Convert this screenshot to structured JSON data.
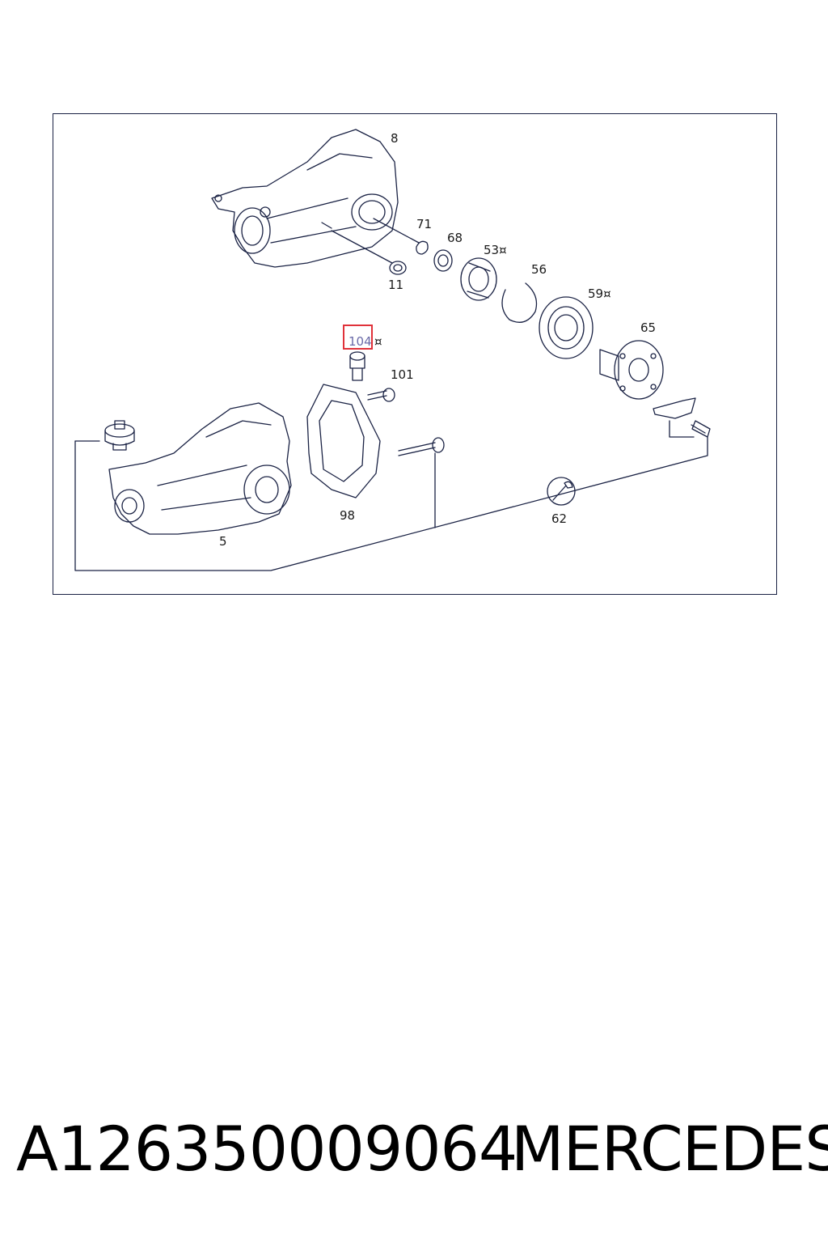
{
  "diagram": {
    "labels": {
      "l8": "8",
      "l71": "71",
      "l68": "68",
      "l53": "53¤",
      "l56": "56",
      "l11": "11",
      "l59": "59¤",
      "l65": "65",
      "l104": "104",
      "l104_mark": "¤",
      "l101": "101",
      "l98": "98",
      "l5": "5",
      "l62": "62"
    },
    "highlight_color": "#e0323a",
    "line_color": "#1a2244"
  },
  "footer": {
    "part_number": "A126350009064",
    "brand": "MERCEDES"
  }
}
